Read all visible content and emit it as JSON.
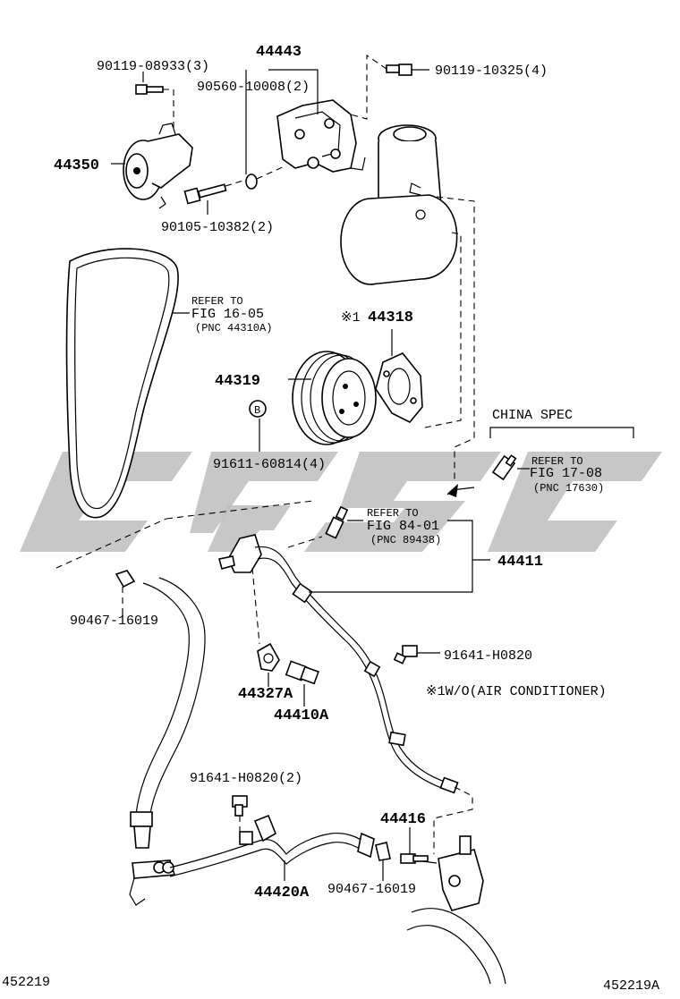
{
  "watermark_colour": "#bdbdbd",
  "labels": {
    "pnc_44443": "44443",
    "pn_90119_08933": "90119-08933(3)",
    "pn_90560_10008": "90560-10008(2)",
    "pn_90119_10325": "90119-10325(4)",
    "pnc_44350": "44350",
    "pn_90105_10382": "90105-10382(2)",
    "refer_to_1": "REFER TO",
    "fig_16_05": "FIG 16-05",
    "pnc_ref_44310a": "(PNC 44310A)",
    "mark_1_44318": "※1",
    "pnc_44318": "44318",
    "pnc_44319": "44319",
    "mark_b": "B",
    "pn_91611_60814": "91611-60814(4)",
    "china_spec": "CHINA SPEC",
    "refer_to_2": "REFER TO",
    "fig_17_08": "FIG 17-08",
    "pnc_ref_17630": "(PNC 17630)",
    "refer_to_3": "REFER TO",
    "fig_84_01": "FIG 84-01",
    "pnc_ref_89438": "(PNC 89438)",
    "pnc_44411": "44411",
    "pn_90467_16019_a": "90467-16019",
    "pn_91641_h0820_a": "91641-H0820",
    "pnc_44327a": "44327A",
    "pnc_44410a": "44410A",
    "note_wo_ac": "※1W/O(AIR CONDITIONER)",
    "pn_91641_h0820_b": "91641-H0820(2)",
    "pnc_44416": "44416",
    "pnc_44420a": "44420A",
    "pn_90467_16019_b": "90467-16019",
    "footer_left": "452219",
    "footer_right": "452219A"
  }
}
